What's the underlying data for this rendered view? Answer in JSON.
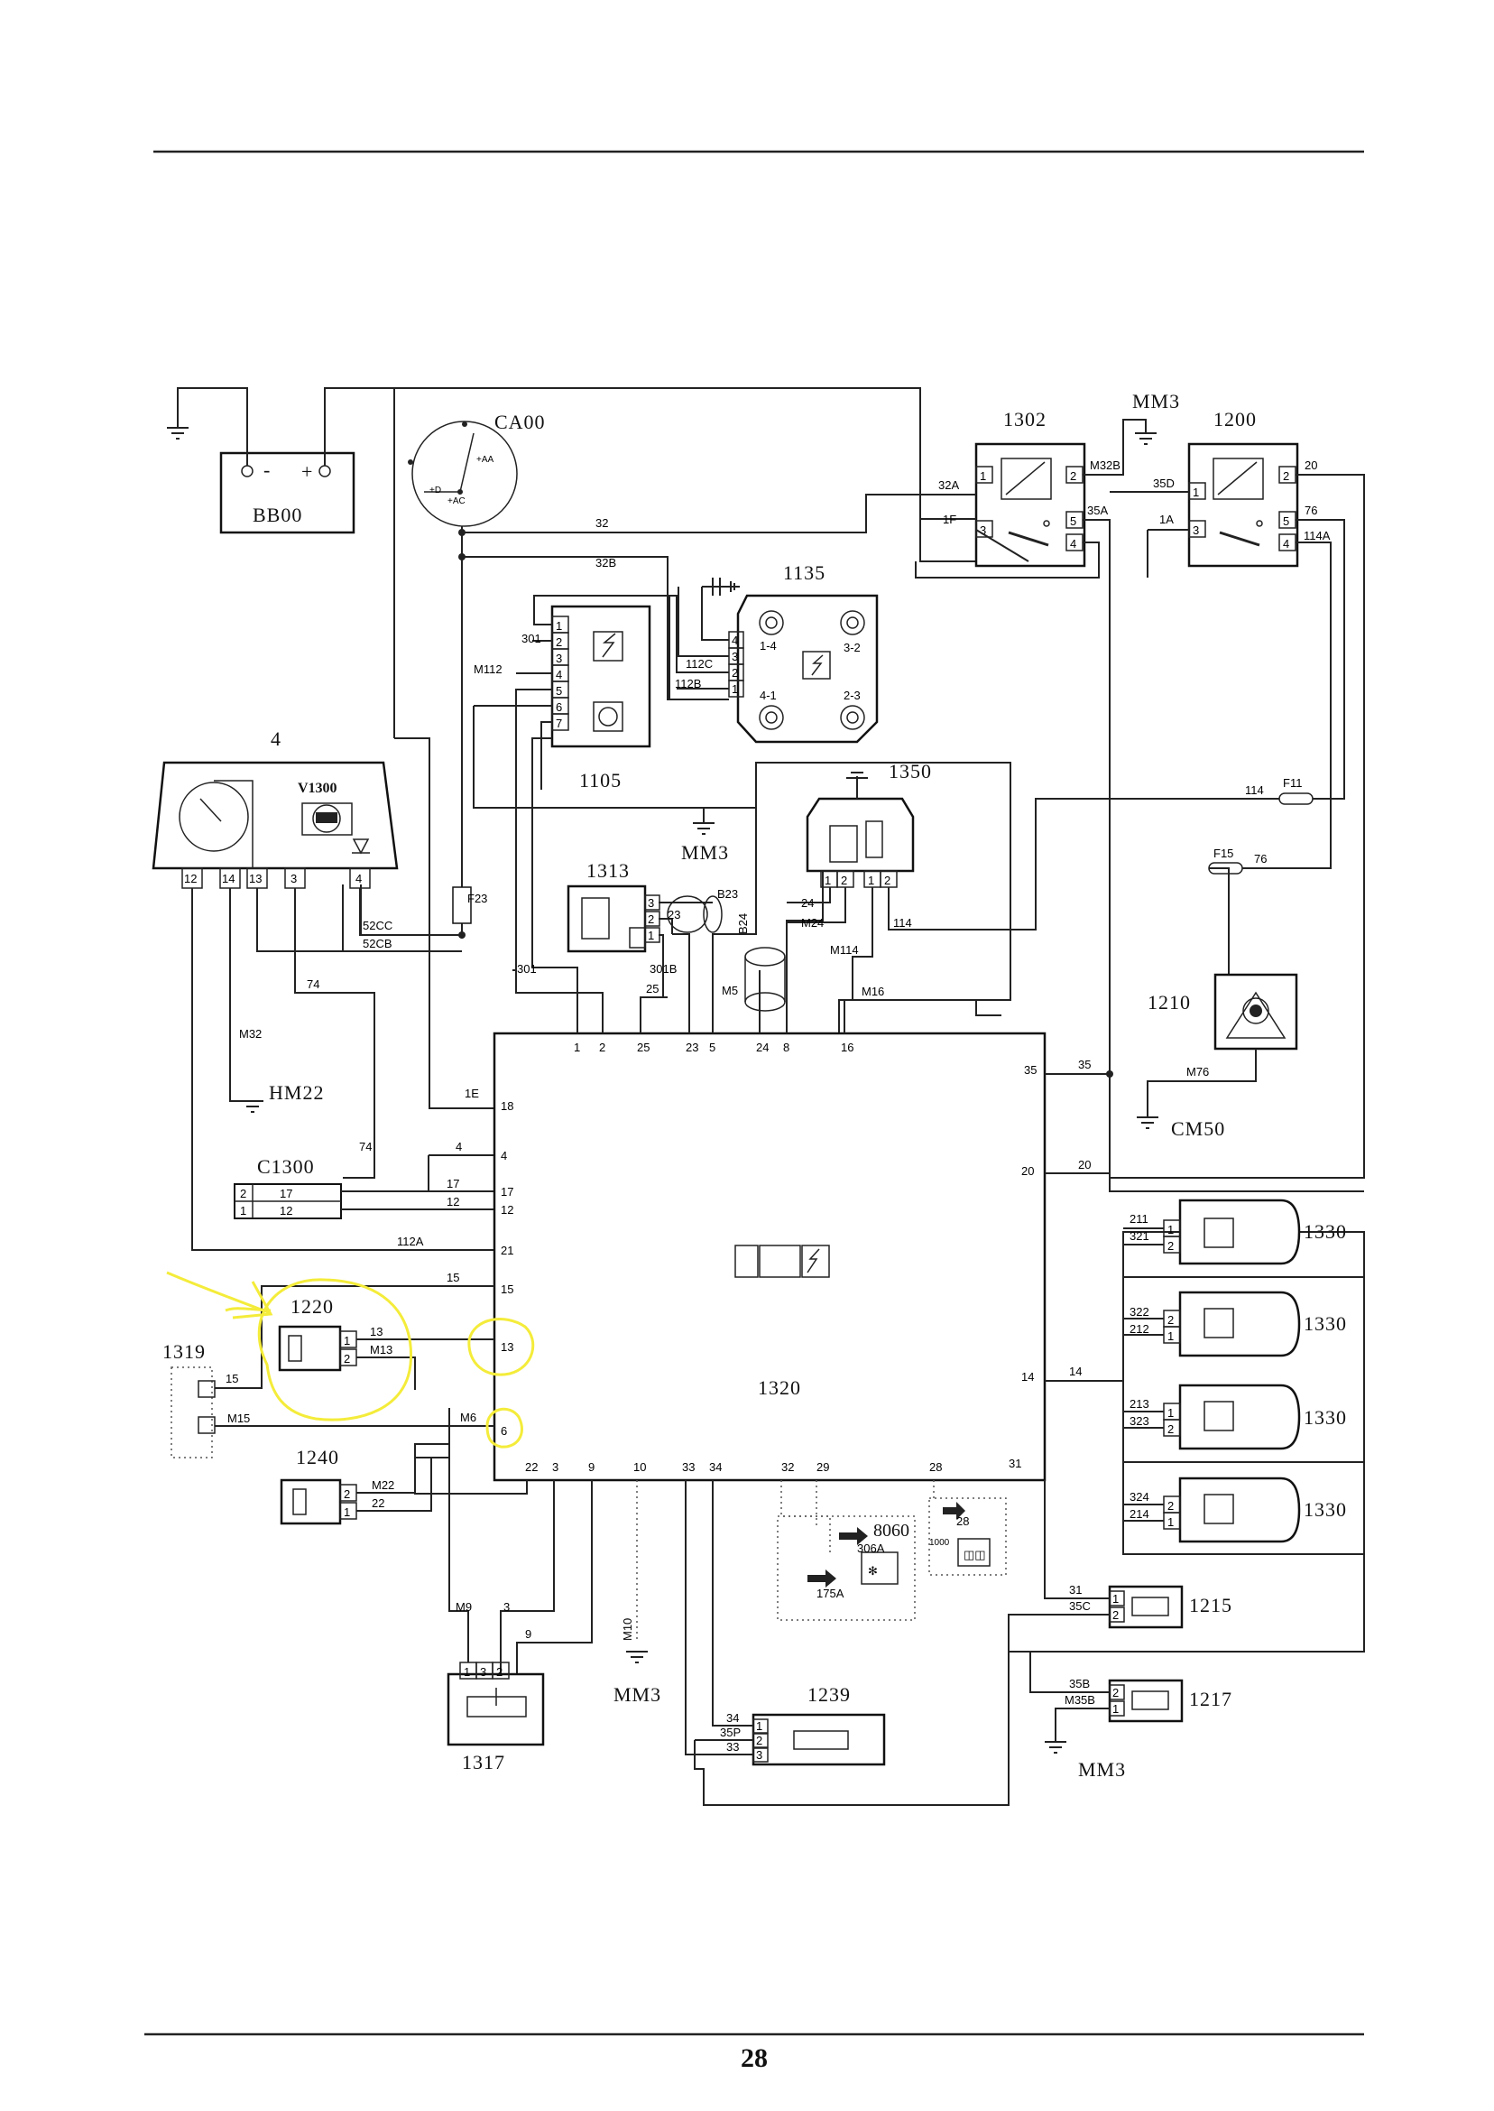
{
  "page_number": "28",
  "components": {
    "battery": "BB00",
    "ignition": "CA00",
    "rel1302": "1302",
    "rel1200": "1200",
    "coil1135": "1135",
    "mod1105": "1105",
    "panel4": "4",
    "v1300": "V1300",
    "c1300": "C1300",
    "hm22": "HM22",
    "sen1313": "1313",
    "sen1350": "1350",
    "ecu": "1320",
    "sen1220": "1220",
    "sen1319": "1319",
    "sen1240": "1240",
    "pot1317": "1317",
    "v1239": "1239",
    "rel8060": "8060",
    "fan1210": "1210",
    "cm50": "CM50",
    "inj1": "1330",
    "inj2": "1330",
    "inj3": "1330",
    "inj4": "1330",
    "v1215": "1215",
    "v1217": "1217",
    "mm3_top": "MM3",
    "mm3_mid": "MM3",
    "mm3_bot1": "MM3",
    "mm3_bot2": "MM3",
    "f23": "F23",
    "f11": "F11",
    "f15": "F15"
  },
  "ecu_pins_top": [
    "1",
    "2",
    "25",
    "23",
    "5",
    "24",
    "8",
    "16"
  ],
  "ecu_pins_left": [
    "18",
    "4",
    "17",
    "12",
    "21",
    "15",
    "13",
    "6"
  ],
  "ecu_pins_right": [
    "35",
    "20",
    "14"
  ],
  "ecu_pins_bottom": [
    "22",
    "3",
    "9",
    "10",
    "33",
    "34",
    "32",
    "29",
    "28",
    "31"
  ],
  "wire_labels": {
    "w32": "32",
    "w32B": "32B",
    "w32A": "32A",
    "w1F": "1F",
    "wM32B": "M32B",
    "w35A": "35A",
    "w35D": "35D",
    "w1A": "1A",
    "w20a": "20",
    "w76": "76",
    "w114A": "114A",
    "w112C": "112C",
    "w112B": "112B",
    "w301a": "301",
    "wM112": "M112",
    "w114": "114",
    "w76b": "76",
    "w52CC": "52CC",
    "w52CB": "52CB",
    "w74": "74",
    "wM32": "M32",
    "w74b": "74",
    "w1E": "1E",
    "w4": "4",
    "w17": "17",
    "w12": "12",
    "w112A": "112A",
    "w15": "15",
    "w13": "13",
    "wM13": "M13",
    "wM6": "M6",
    "w15b": "15",
    "wM15": "M15",
    "wM22": "M22",
    "w22": "22",
    "wM9": "M9",
    "w3": "3",
    "w9": "9",
    "wM10": "M10",
    "w301b": "301",
    "w301B": "301B",
    "w23": "23",
    "w25": "25",
    "wB23": "B23",
    "wB24": "B24",
    "wM5": "M5",
    "w24": "24",
    "wM24": "M24",
    "wM114": "M114",
    "w114b": "114",
    "wM16": "M16",
    "w35": "35",
    "wM76": "M76",
    "w20b": "20",
    "w14": "14",
    "w211": "211",
    "w321": "321",
    "w322": "322",
    "w212": "212",
    "w213": "213",
    "w323": "323",
    "w324": "324",
    "w214": "214",
    "w31": "31",
    "w35C": "35C",
    "w35B": "35B",
    "wM35B": "M35B",
    "w34": "34",
    "w35P": "35P",
    "w33": "33",
    "w306A": "306A",
    "w175A": "175A",
    "w1000": "1000",
    "w28": "28",
    "c1300_17": "17",
    "c1300_12": "12"
  },
  "coil_pairs": [
    "1-4",
    "3-2",
    "4-1",
    "2-3"
  ],
  "panel_pins": [
    "12",
    "14",
    "13",
    "3",
    "4"
  ],
  "battery_terms": [
    "-",
    "+"
  ],
  "ignition_terms": [
    "+AA",
    "+D",
    "+AC"
  ],
  "highlight_color": "#f4ec3a"
}
